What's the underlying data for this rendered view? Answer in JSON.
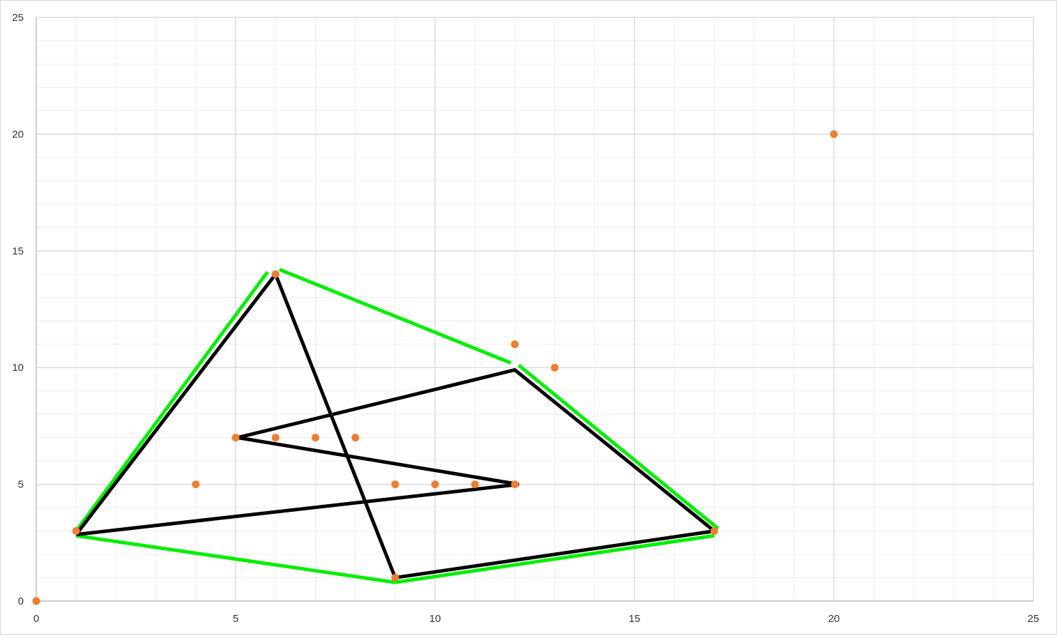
{
  "chart_data": {
    "type": "scatter",
    "title": "",
    "xlabel": "",
    "ylabel": "",
    "xlim": [
      0,
      25
    ],
    "ylim": [
      0,
      25
    ],
    "x_ticks": [
      0,
      5,
      10,
      15,
      20,
      25
    ],
    "y_ticks": [
      0,
      5,
      10,
      15,
      20,
      25
    ],
    "x_tick_labels": [
      "0",
      "5",
      "10",
      "15",
      "20",
      "25"
    ],
    "y_tick_labels": [
      "0",
      "5",
      "10",
      "15",
      "20",
      "25"
    ],
    "grid": true,
    "minor_grid_step": 1,
    "series": [
      {
        "kind": "points",
        "color": "#ED7D31",
        "points": [
          [
            0,
            0
          ],
          [
            1,
            3
          ],
          [
            4,
            5
          ],
          [
            5,
            7
          ],
          [
            6,
            7
          ],
          [
            7,
            7
          ],
          [
            8,
            7
          ],
          [
            9,
            5
          ],
          [
            10,
            5
          ],
          [
            11,
            5
          ],
          [
            12,
            5
          ],
          [
            12,
            11
          ],
          [
            13,
            10
          ],
          [
            17,
            3
          ],
          [
            20,
            20
          ],
          [
            6,
            14
          ],
          [
            9,
            1
          ]
        ]
      },
      {
        "kind": "polyline",
        "color": "#00EE00",
        "closed": false,
        "segments": [
          [
            [
              1,
              3
            ],
            [
              5.8,
              14.1
            ]
          ],
          [
            [
              6.1,
              14.2
            ],
            [
              11.9,
              10.2
            ]
          ],
          [
            [
              12.1,
              10.1
            ],
            [
              17.1,
              3.1
            ]
          ],
          [
            [
              17.0,
              2.8
            ],
            [
              9.0,
              0.8
            ]
          ],
          [
            [
              9.0,
              0.8
            ],
            [
              1.0,
              2.8
            ]
          ]
        ]
      },
      {
        "kind": "polyline",
        "color": "#000000",
        "points": [
          [
            1,
            2.85
          ],
          [
            12.1,
            5.0
          ],
          [
            5.05,
            7.0
          ],
          [
            12.0,
            9.9
          ],
          [
            17.0,
            3.0
          ],
          [
            9.0,
            1.0
          ],
          [
            6.0,
            14.0
          ],
          [
            1,
            2.85
          ]
        ]
      }
    ]
  }
}
